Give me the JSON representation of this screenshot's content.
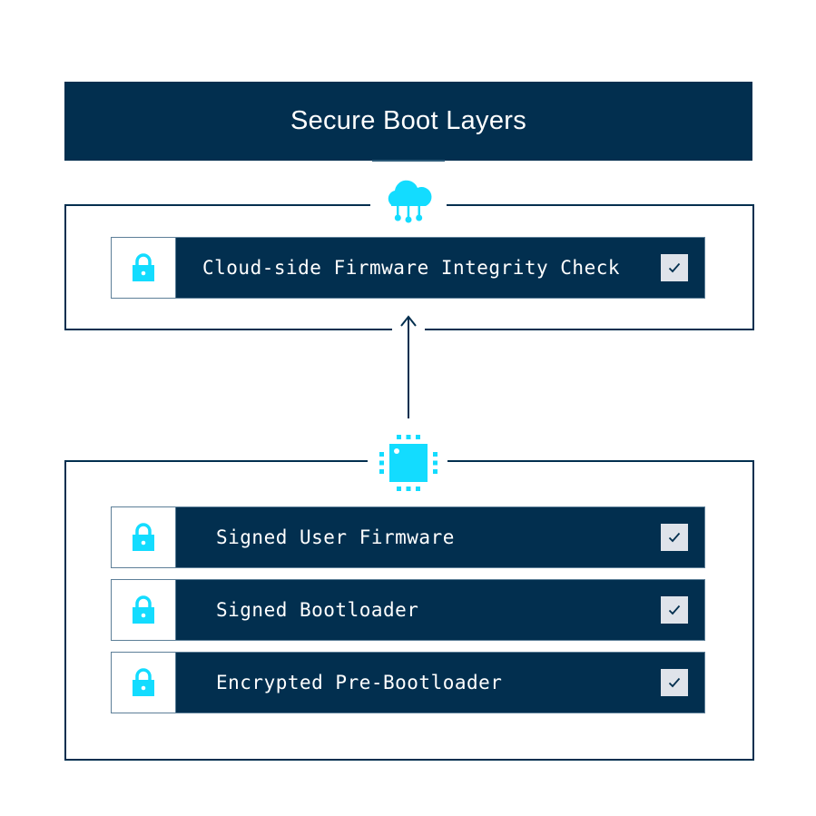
{
  "title": "Secure Boot Layers",
  "colors": {
    "navy": "#022f4f",
    "cyan": "#13dcff",
    "check_bg": "#dfe3ea",
    "white": "#ffffff"
  },
  "top_group": {
    "icon": "cloud-network-icon",
    "layers": [
      {
        "label": "Cloud-side Firmware Integrity Check",
        "icon": "lock-icon",
        "checked": true
      }
    ]
  },
  "connector": {
    "direction": "up",
    "icon": "arrow-up-icon"
  },
  "bottom_group": {
    "icon": "chip-icon",
    "layers": [
      {
        "label": "Signed User Firmware",
        "icon": "lock-icon",
        "checked": true
      },
      {
        "label": "Signed Bootloader",
        "icon": "lock-icon",
        "checked": true
      },
      {
        "label": "Encrypted Pre-Bootloader",
        "icon": "lock-icon",
        "checked": true
      }
    ]
  },
  "check_glyph": "✓"
}
